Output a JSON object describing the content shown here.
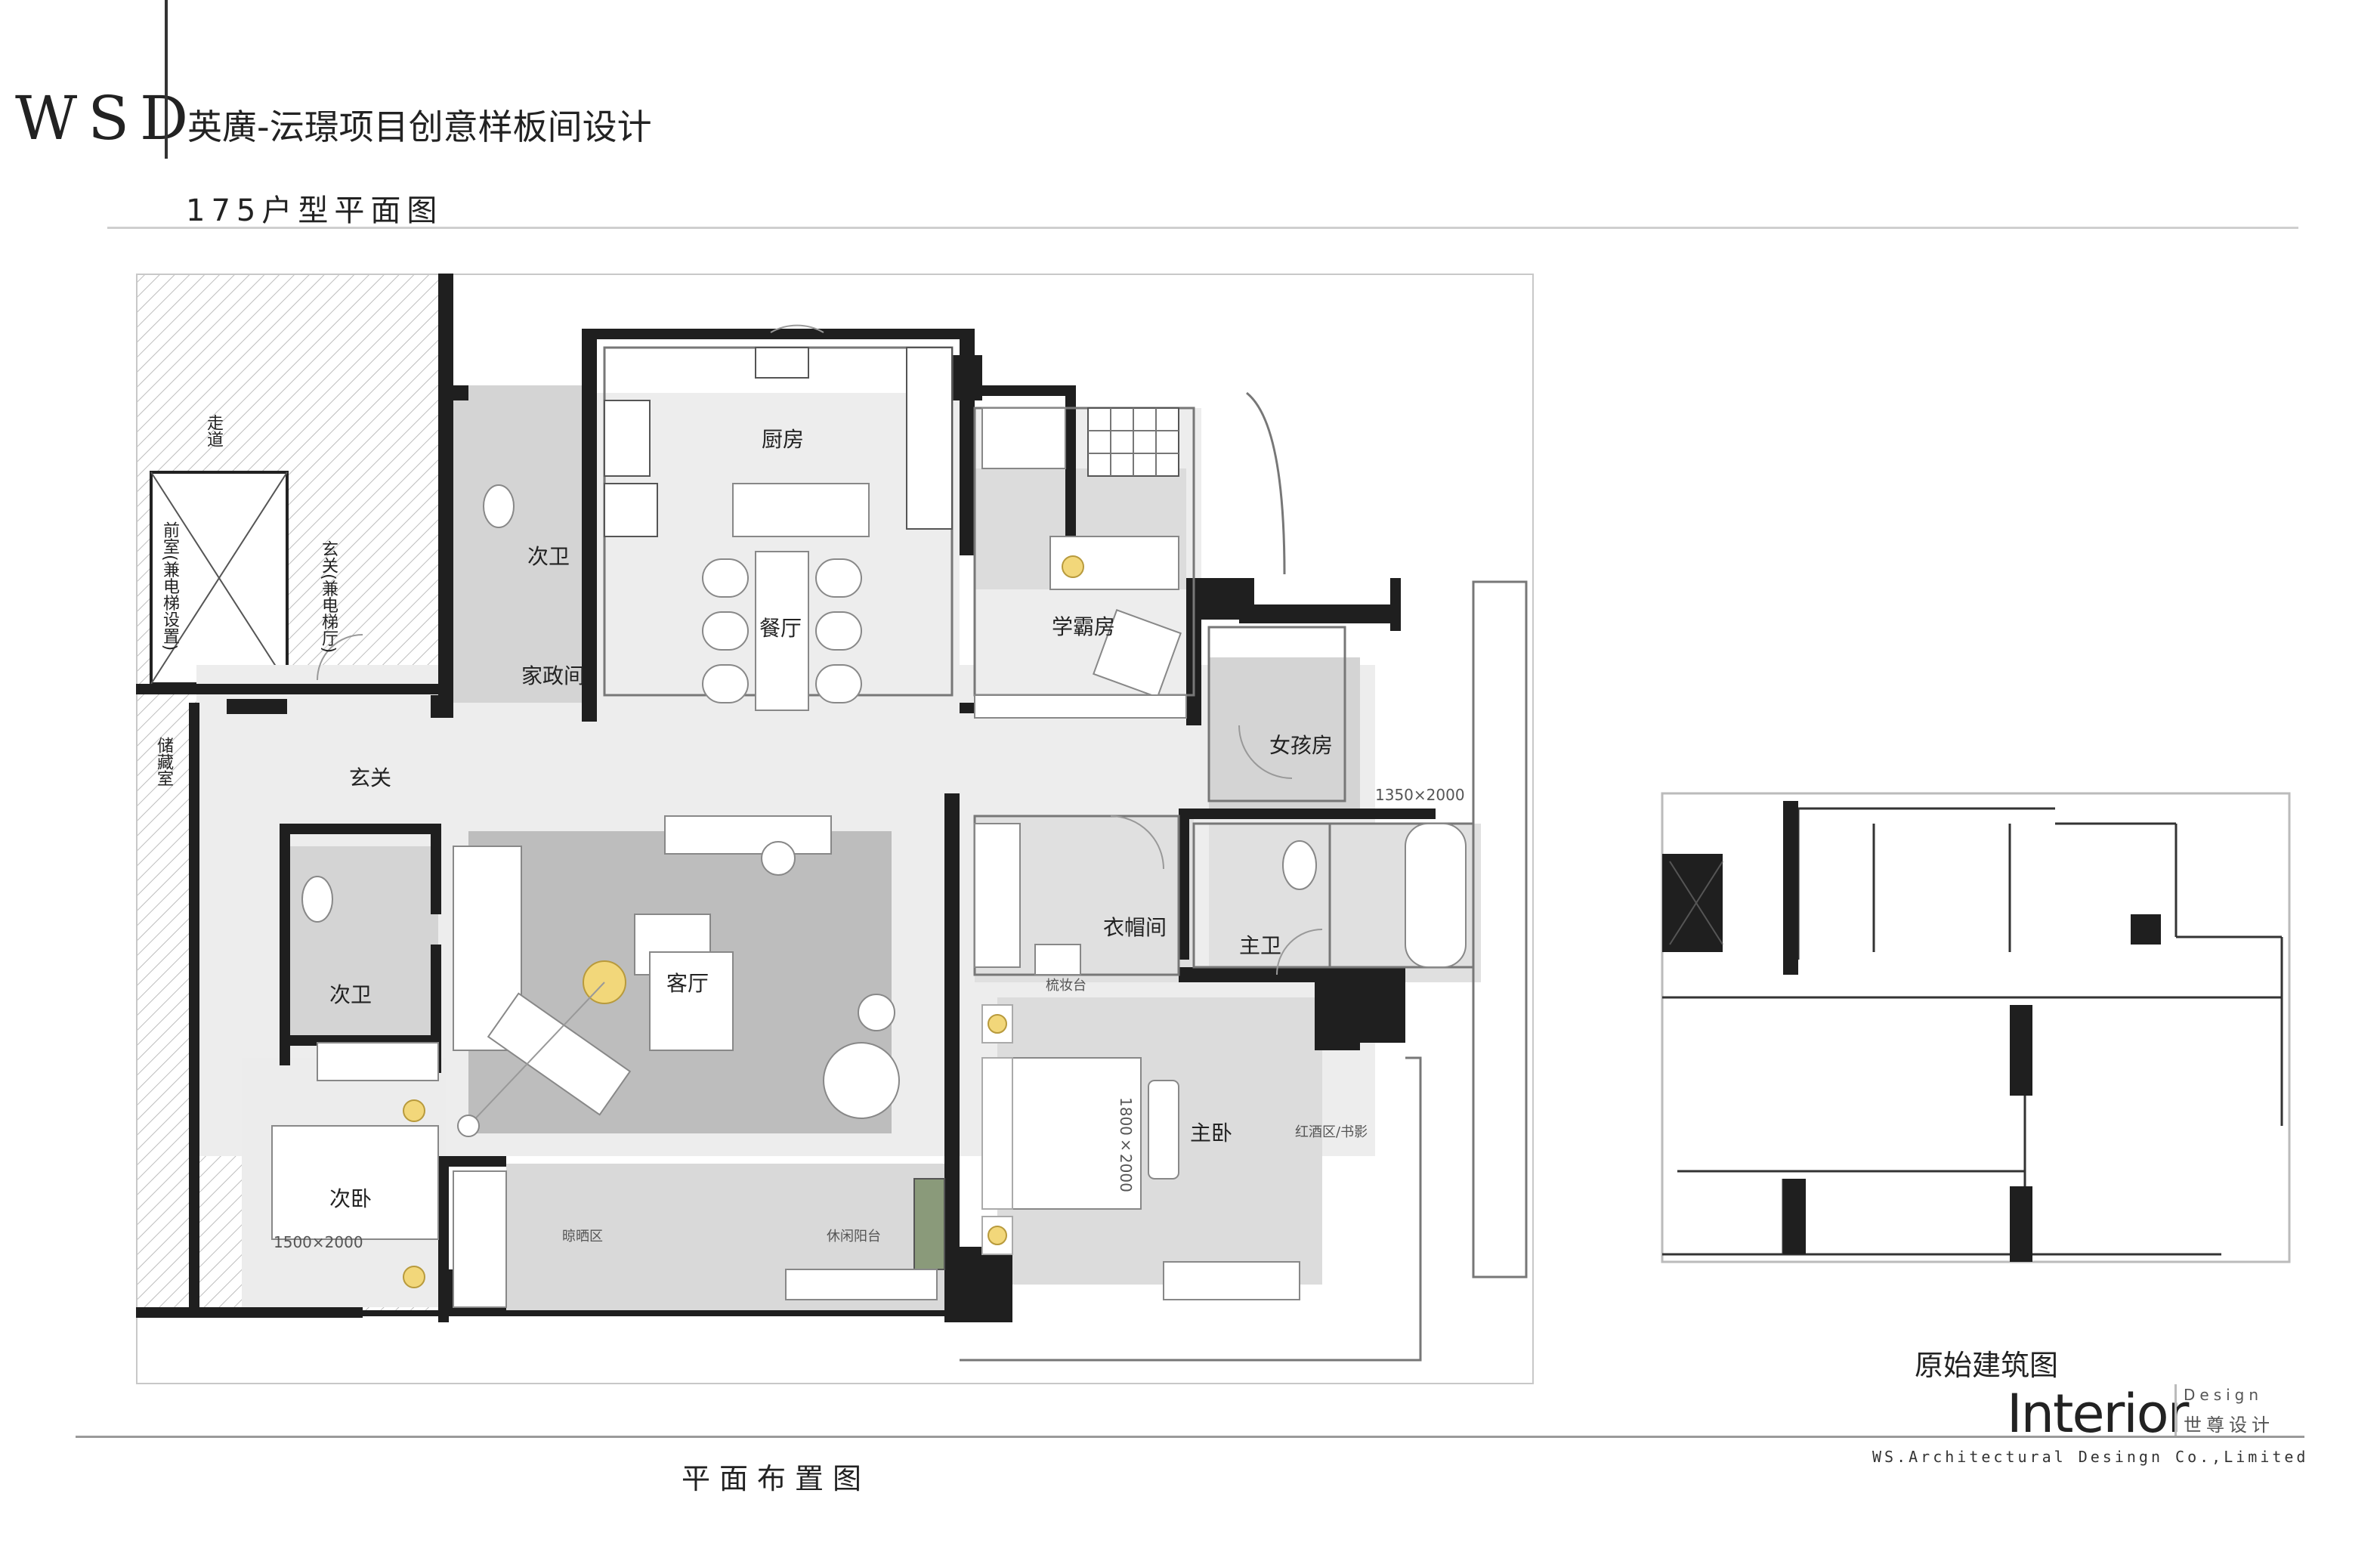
{
  "header": {
    "logo": "WSD",
    "project_title": "英廣-沄璟项目创意样板间设计",
    "unit_subtitle": "175户型平面图"
  },
  "plan": {
    "caption": "平面布置图",
    "rooms": {
      "kitchen": "厨房",
      "dining": "餐厅",
      "study": "学霸房",
      "guest_bath_top": "次卫",
      "housekeeping": "家政间",
      "foyer": "玄关",
      "girl_room": "女孩房",
      "girl_bed_size": "1350×2000",
      "living": "客厅",
      "closet": "衣帽间",
      "master_bath": "主卫",
      "master_bed": "主卧",
      "master_bed_size": "1800×2000",
      "guest_bath_left": "次卫",
      "second_bed": "次卧",
      "second_bed_size": "1500×2000",
      "corridor": "走道",
      "entrance_hall": "玄关(兼电梯厅)",
      "elevator_note": "前室(兼电梯设置)",
      "storage": "储藏室",
      "laundry_area": "晾晒区",
      "leisure_balcony": "休闲阳台",
      "wine_area": "红酒区/书影",
      "makeup": "梳妆台"
    }
  },
  "original": {
    "caption": "原始建筑图"
  },
  "brand": {
    "name": "Interior",
    "design_word": "Design",
    "chinese_name": "世尊设计",
    "company": "WS.Architectural Desingn Co.,Limited"
  }
}
